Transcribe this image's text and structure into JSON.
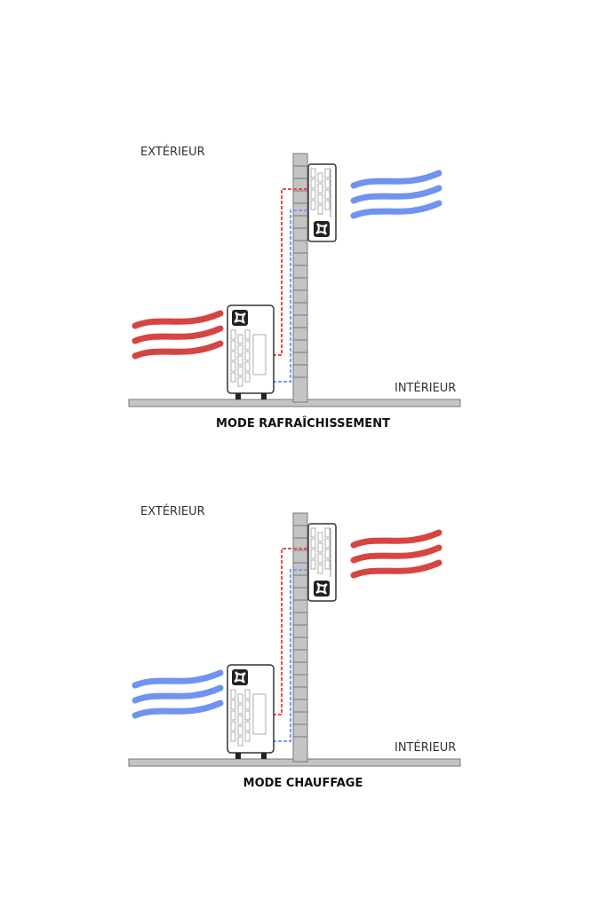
{
  "panels": [
    {
      "outside_label": "EXTÉRIEUR",
      "inside_label": "INTÉRIEUR",
      "title": "MODE RAFRAÎCHISSEMENT",
      "indoor_air_color": "#6f93f0",
      "outdoor_air_color": "#d64541"
    },
    {
      "outside_label": "EXTÉRIEUR",
      "inside_label": "INTÉRIEUR",
      "title": "MODE CHAUFFAGE",
      "indoor_air_color": "#d64541",
      "outdoor_air_color": "#6f93f0"
    }
  ],
  "colors": {
    "wall": "#c4c4c4",
    "unit_outline": "#333333",
    "hot_pipe": "#e05050",
    "cold_pipe": "#7a9cf0"
  }
}
